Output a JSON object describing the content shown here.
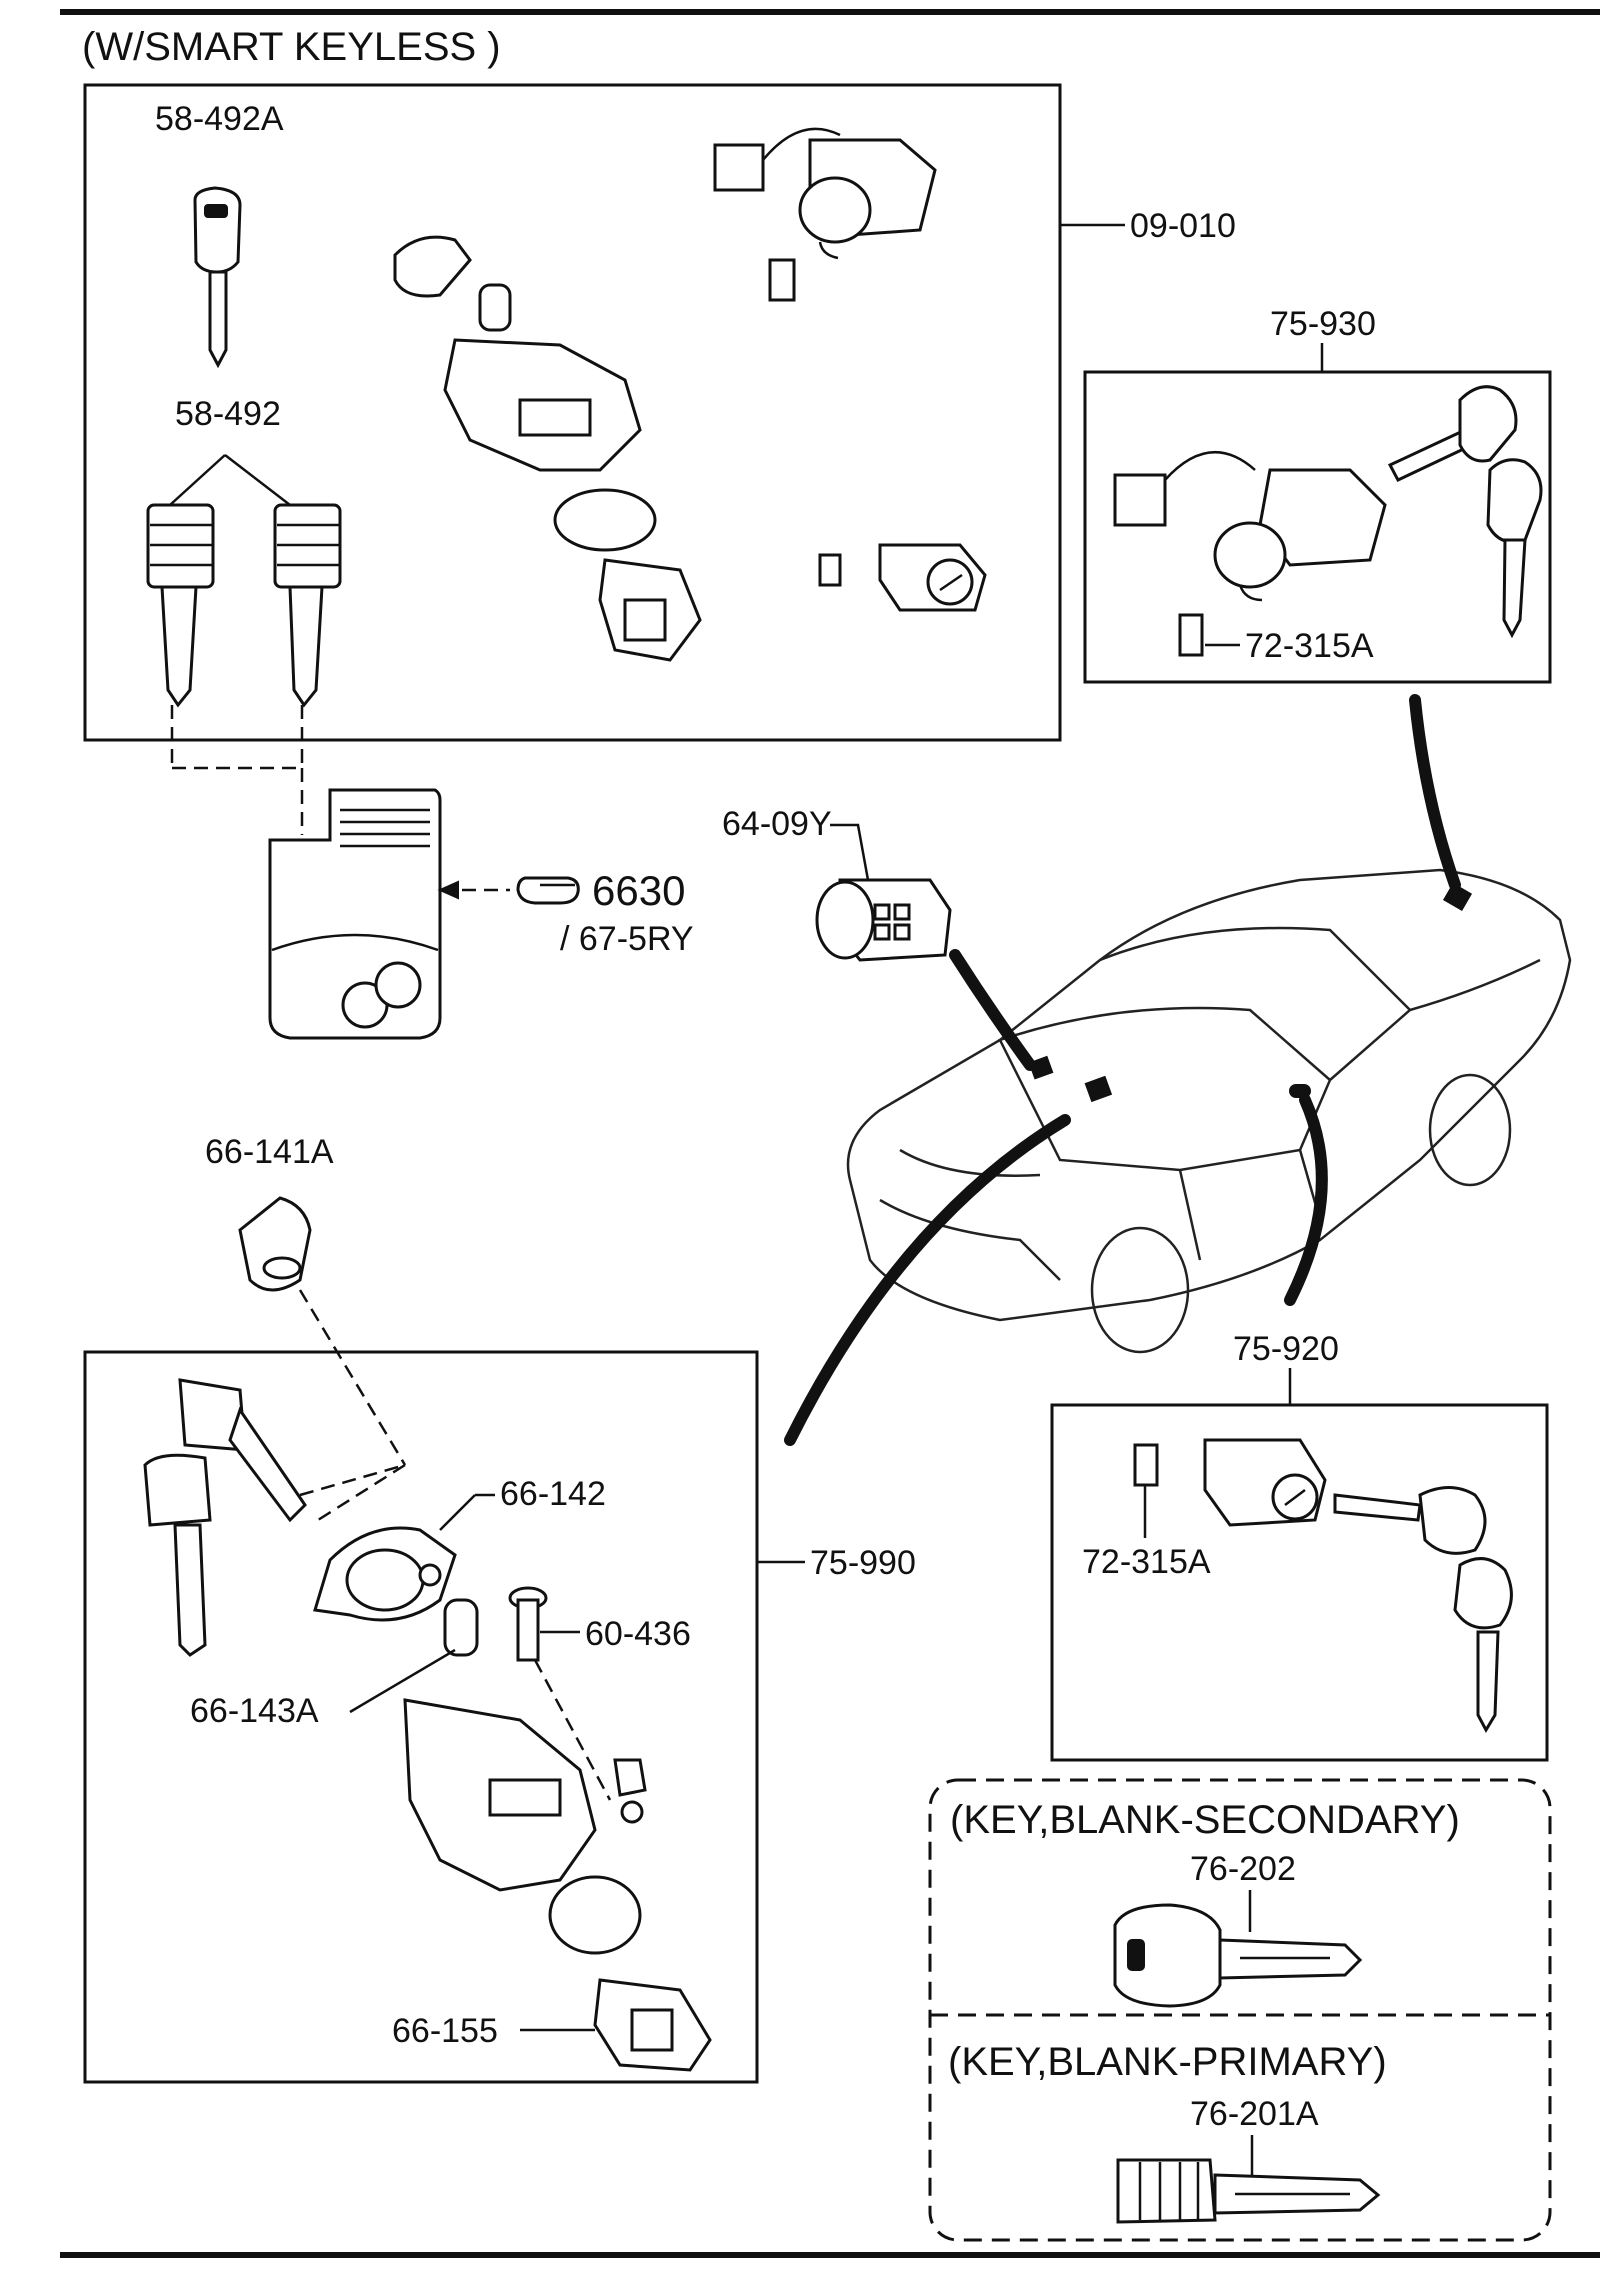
{
  "diagram": {
    "heading": "(W/SMART KEYLESS )",
    "labels": {
      "p58_492a": "58-492A",
      "p58_492": "58-492",
      "p09_010": "09-010",
      "p75_930": "75-930",
      "p72_315a_top": "72-315A",
      "p64_09y": "64-09Y",
      "ref_6630": "6630",
      "ref_67_5ry": "/ 67-5RY",
      "p66_141a": "66-141A",
      "p66_142": "66-142",
      "p75_990": "75-990",
      "p60_436": "60-436",
      "p66_143a": "66-143A",
      "p66_155": "66-155",
      "p75_920": "75-920",
      "p72_315a_mid": "72-315A",
      "key_secondary_title": "(KEY,BLANK-SECONDARY)",
      "p76_202": "76-202",
      "key_primary_title": "(KEY,BLANK-PRIMARY)",
      "p76_201a": "76-201A"
    },
    "icons": [
      "hand-pointer-icon"
    ]
  }
}
